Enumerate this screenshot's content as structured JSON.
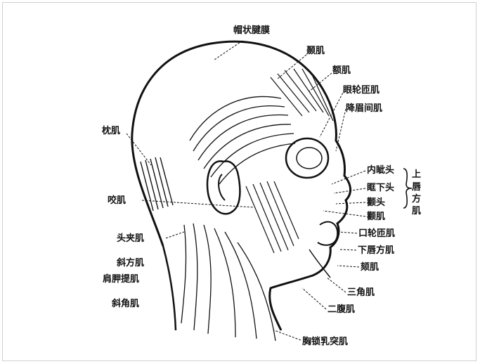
{
  "labels": {
    "galea": "帽状腱膜",
    "temporalis": "颞肌",
    "frontalis": "额肌",
    "orbicularis_oculi": "眼轮匝肌",
    "procerus": "降眉间肌",
    "occipitalis": "枕肌",
    "masseter": "咬肌",
    "splenius": "头夹肌",
    "trapezius": "斜方肌",
    "levator_scapulae": "肩胛提肌",
    "scalene": "斜角肌",
    "angular_head": "内眦头",
    "infraorbital_head": "眶下头",
    "zygomatic_head": "颧头",
    "zygomaticus": "颧肌",
    "orbicularis_oris": "口轮匝肌",
    "depressor_labii": "下唇方肌",
    "mentalis": "颏肌",
    "depressor_anguli": "三角肌",
    "digastric": "二腹肌",
    "sternocleidomastoid": "胸锁乳突肌",
    "quadratus_upper": "上唇方肌"
  }
}
